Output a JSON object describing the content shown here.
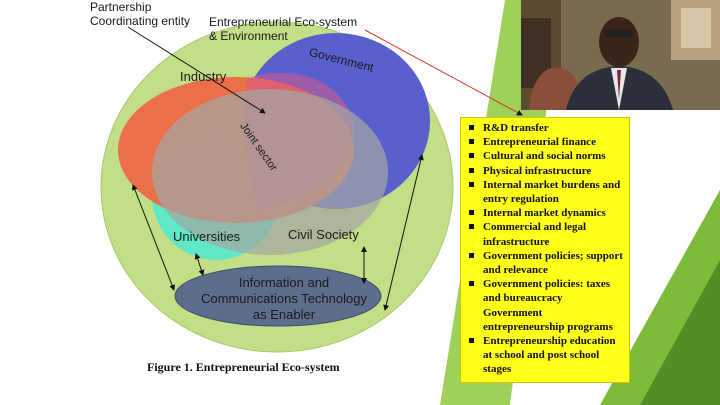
{
  "diagram": {
    "partnership_label": "Partnership\nCoordinating entity",
    "ecosystem_label": "Entrepreneurial Eco-system\n& Environment",
    "industry_label": "Industry",
    "government_label": "Government",
    "joint_sector_label": "Joint sector",
    "universities_label": "Universities",
    "civil_society_label": "Civil Society",
    "ict_label": "Information and\nCommunications Technology\nas Enabler",
    "figure_caption": "Figure 1. Entrepreneurial Eco-system"
  },
  "factors": [
    "R&D transfer",
    "Entrepreneurial finance",
    "Cultural and social norms",
    "Physical infrastructure",
    "Internal market burdens and entry regulation",
    "Internal market dynamics",
    "Commercial and legal infrastructure",
    "Government policies; support and relevance",
    "Government policies: taxes and bureaucracy",
    "Government entrepreneurship programs",
    "Entrepreneurship education at school and post school stages"
  ],
  "colors": {
    "outer_ellipse": "#bfdc82",
    "industry": "#ee6a45",
    "government": "#5a5fce",
    "civil_society": "#a3a6a4",
    "universities": "#5fe8c5",
    "ict": "#5d6d8c",
    "factor_box": "#ffff1a",
    "slide_accent": "#8cc63f"
  }
}
